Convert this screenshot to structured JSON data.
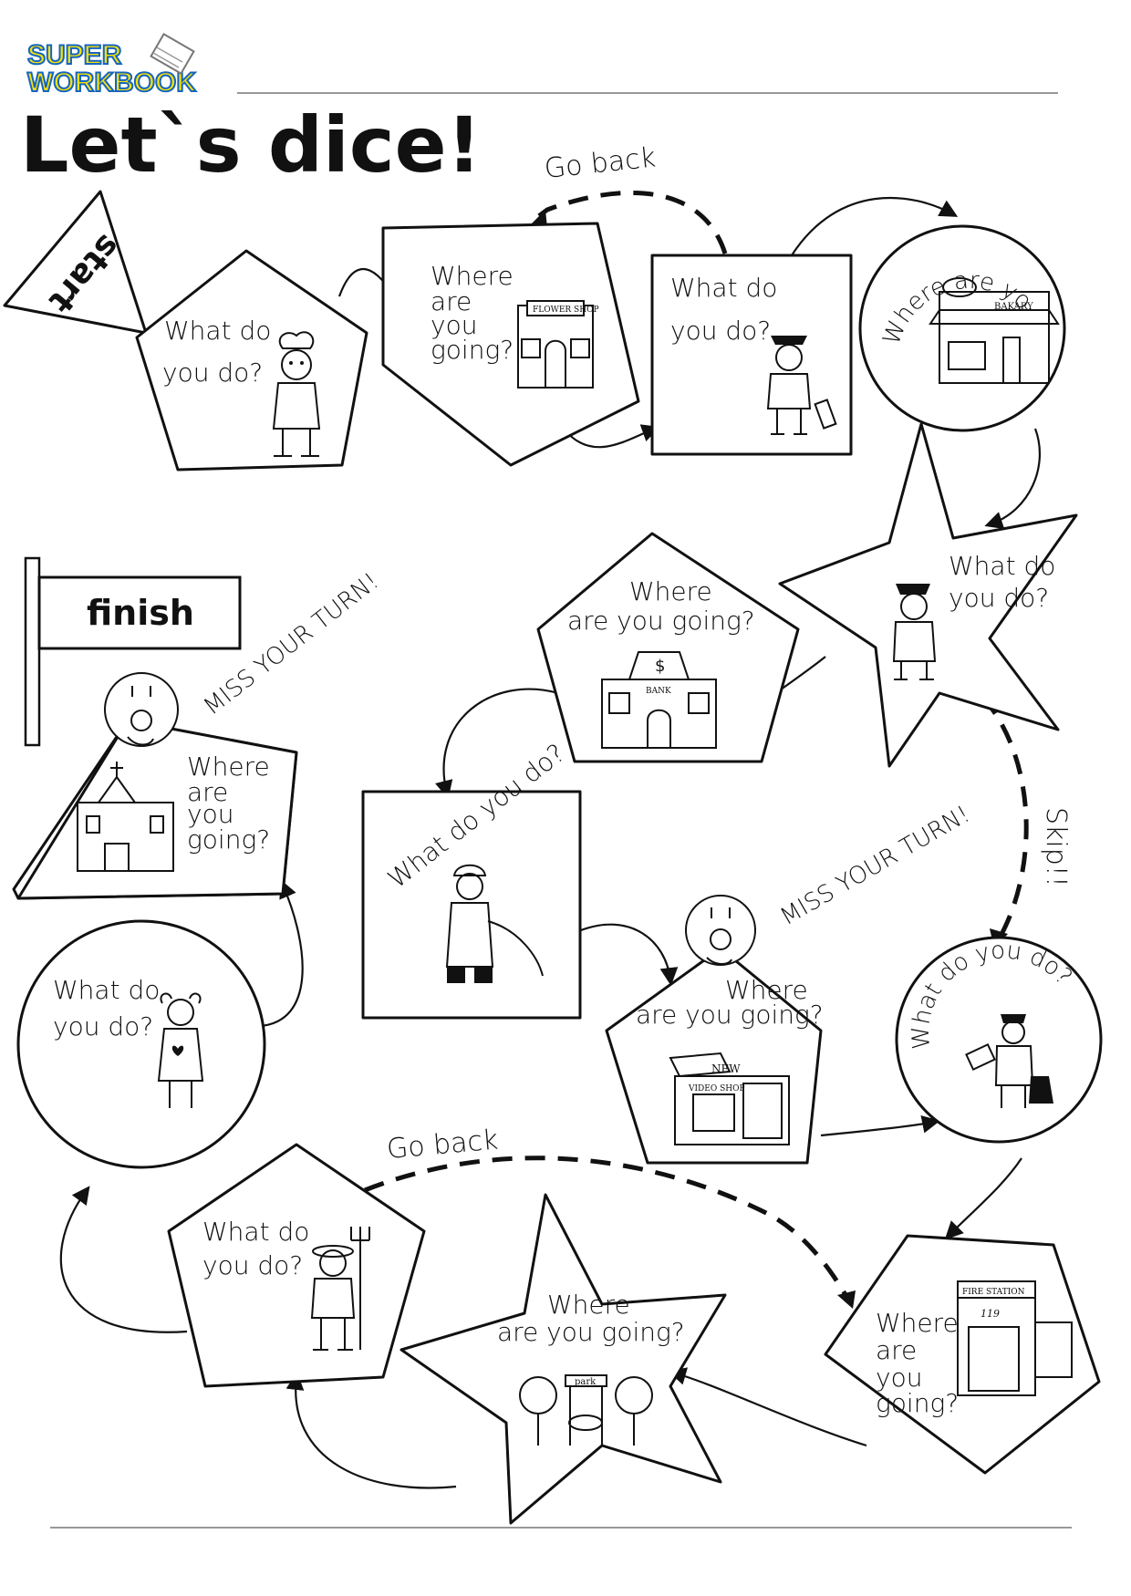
{
  "header": {
    "logo_line1": "SUPER",
    "logo_line2": "WORKBOOK",
    "title": "Let`s dice!",
    "logo_color": "#F5E10A",
    "logo_outline": "#1565C0"
  },
  "start_label": "start",
  "finish_label": "finish",
  "annotations": {
    "go_back_top": "Go back",
    "go_back_bottom": "Go back",
    "skip": "Skip!!",
    "miss_turn_left": "MISS YOUR TURN!",
    "miss_turn_middle": "MISS YOUR TURN!"
  },
  "spaces": [
    {
      "line1": "What  do",
      "line2": "you do?",
      "icon": "chef-icon"
    },
    {
      "line1": "Where",
      "line2": "are",
      "line3": "you",
      "line4": "going?",
      "sign": "FLOWER SHOP",
      "icon": "flower-shop-icon"
    },
    {
      "line1": "What  do",
      "line2": "you do?",
      "icon": "pilot-icon"
    },
    {
      "line1": "Where are you going?",
      "sign": "BAKARY",
      "icon": "bakery-icon"
    },
    {
      "line1": "What  do",
      "line2": "you do?",
      "icon": "police-officer-icon"
    },
    {
      "line1": "Where",
      "line2": "are you going?",
      "sign": "BANK",
      "icon": "bank-icon"
    },
    {
      "line1": "What do you do?",
      "icon": "firefighter-icon"
    },
    {
      "line1": "Where",
      "line2": "are you going?",
      "sign": "VIDEO SHOP",
      "badge": "NEW",
      "icon": "video-shop-icon"
    },
    {
      "line1": "What do you do?",
      "icon": "mail-carrier-icon"
    },
    {
      "line1": "Where",
      "line2": "are",
      "line3": "you",
      "line4": "going?",
      "sign": "FIRE STATION",
      "number": "119",
      "icon": "fire-station-icon"
    },
    {
      "line1": "Where",
      "line2": "are you going?",
      "sign": "park",
      "icon": "park-icon"
    },
    {
      "line1": "What  do",
      "line2": "you do?",
      "icon": "farmer-icon"
    },
    {
      "line1": "What  do",
      "line2": "you do?",
      "icon": "nurse-icon"
    },
    {
      "line1": "Where",
      "line2": "are",
      "line3": "you",
      "line4": "going?",
      "icon": "church-icon"
    }
  ]
}
